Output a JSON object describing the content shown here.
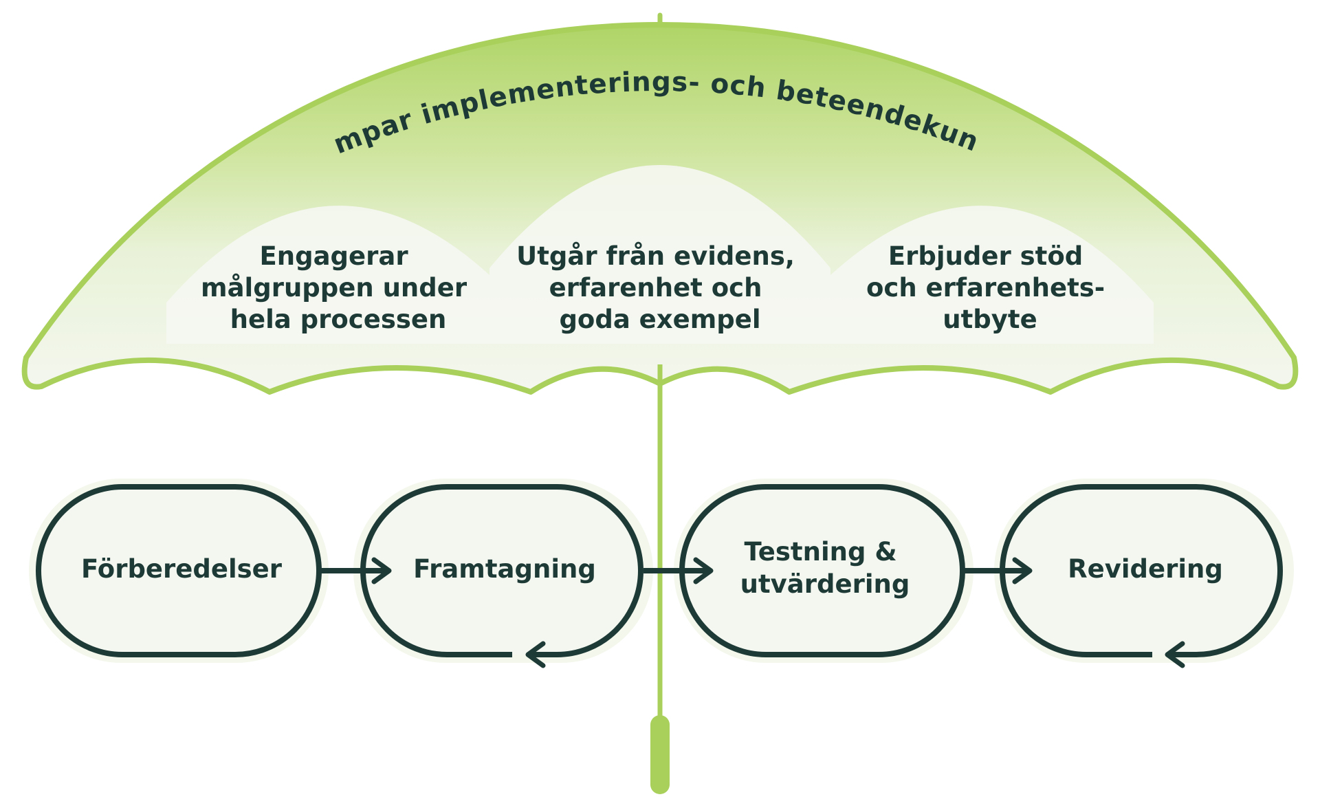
{
  "umbrella": {
    "title": "Tillämpar implementerings- och beteendekunskap",
    "principles": [
      {
        "lines": [
          "Engagerar",
          "målgruppen under",
          "hela processen"
        ]
      },
      {
        "lines": [
          "Utgår från evidens,",
          "erfarenhet och",
          "goda exempel"
        ]
      },
      {
        "lines": [
          "Erbjuder stöd",
          "och erfarenhets-",
          "utbyte"
        ]
      }
    ]
  },
  "process": {
    "stages": [
      {
        "lines": [
          "Förberedelser"
        ]
      },
      {
        "lines": [
          "Framtagning"
        ]
      },
      {
        "lines": [
          "Testning &",
          "utvärdering"
        ]
      },
      {
        "lines": [
          "Revidering"
        ]
      }
    ]
  },
  "colors": {
    "canopy_outline": "#a8d05a",
    "canopy_gradient_top": "#b5d770",
    "canopy_gradient_bottom": "#f4f7ef",
    "bubble_fill": "#f5f7f2",
    "stage_fill": "#f4f7f0",
    "stage_border": "#1e3a36",
    "text_dark": "#1e3a36",
    "handle": "#a8d05a"
  }
}
